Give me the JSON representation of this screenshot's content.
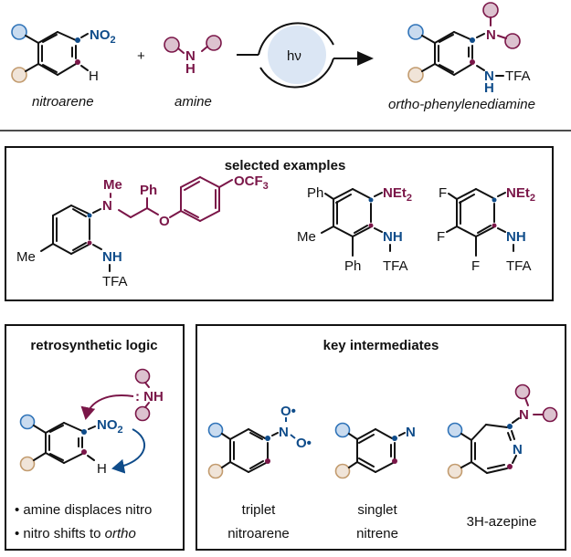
{
  "colors": {
    "blue": "#0f4c8a",
    "wine": "#7a1648",
    "blue_fill": "#c9dbef",
    "blue_stroke": "#2f73b8",
    "tan_fill": "#f0e4d8",
    "tan_stroke": "#c29b6e",
    "pink_fill": "#dcc2cf",
    "hv_fill": "#dbe6f4"
  },
  "scheme": {
    "reactant1": {
      "label": "nitroarene",
      "group": "NO",
      "group_sub": "2",
      "h": "H"
    },
    "plus": "+",
    "reactant2": {
      "label": "amine",
      "n": "N",
      "h": "H"
    },
    "light": "hν",
    "product": {
      "label": "ortho-phenylenediamine",
      "n": "N",
      "nh_n": "N",
      "nh_h": "H",
      "tfa": "TFA",
      "dash": "–"
    }
  },
  "examples": {
    "title": "selected examples",
    "ex1": {
      "me_n": "Me",
      "n": "N",
      "ph": "Ph",
      "o": "O",
      "ocf3": "OCF",
      "ocf3_sub": "3",
      "me": "Me",
      "nh": "NH",
      "tfa": "TFA"
    },
    "ex2": {
      "ph_top": "Ph",
      "me": "Me",
      "ph_bot": "Ph",
      "net": "NEt",
      "net_sub": "2",
      "nh": "NH",
      "tfa": "TFA"
    },
    "ex3": {
      "f1": "F",
      "f2": "F",
      "f3": "F",
      "net": "NEt",
      "net_sub": "2",
      "nh": "NH",
      "tfa": "TFA"
    }
  },
  "retro": {
    "title": "retrosynthetic logic",
    "nh": ": NH",
    "group": "NO",
    "group_sub": "2",
    "h": "H",
    "bullets": [
      "amine displaces nitro",
      "nitro shifts to ",
      "ortho"
    ]
  },
  "intermediates": {
    "title": "key intermediates",
    "items": [
      {
        "line1": "triplet",
        "line2": "nitroarene",
        "n": "N",
        "o1": "O•",
        "o2": "O•"
      },
      {
        "line1": "singlet",
        "line2": "nitrene",
        "n": "N"
      },
      {
        "line1": "3H-azepine",
        "n_amine": "N",
        "n_ring": "N"
      }
    ]
  }
}
